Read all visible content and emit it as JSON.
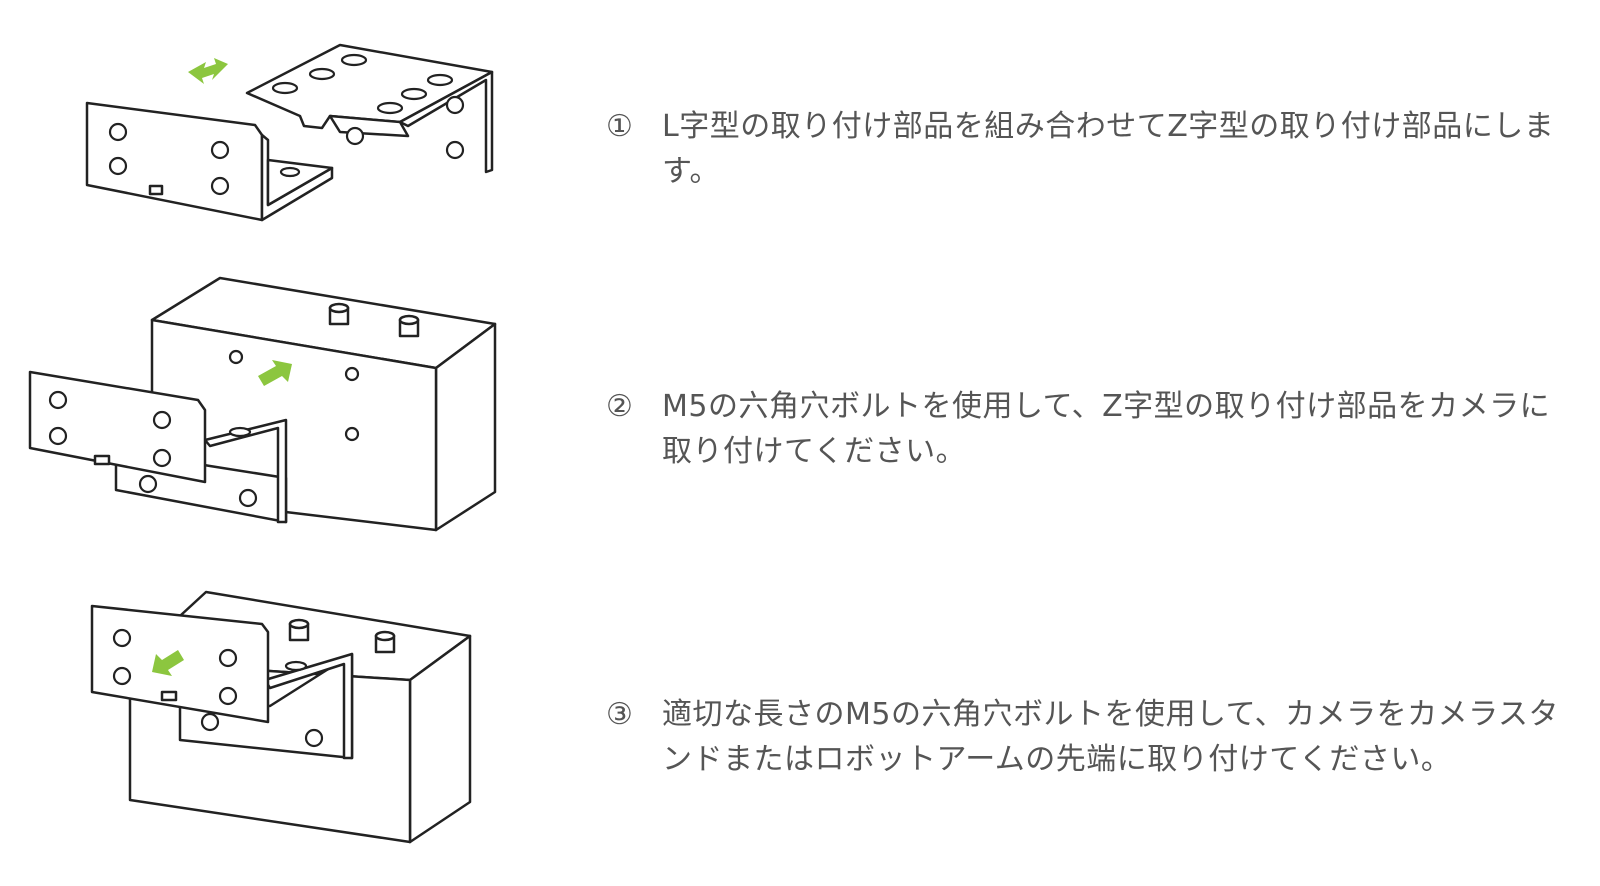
{
  "steps": [
    {
      "number": "①",
      "text": "L字型の取り付け部品を組み合わせてZ字型の取り付け部品にします。",
      "arrow_color": "#8cc63f"
    },
    {
      "number": "②",
      "text": "M5の六角穴ボルトを使用して、Z字型の取り付け部品をカメラに取り付けてください。",
      "arrow_color": "#8cc63f"
    },
    {
      "number": "③",
      "text": "適切な長さのM5の六角穴ボルトを使用して、カメラをカメラスタンドまたはロボットアームの先端に取り付けてください。",
      "arrow_color": "#8cc63f"
    }
  ],
  "text_color": "#555555"
}
